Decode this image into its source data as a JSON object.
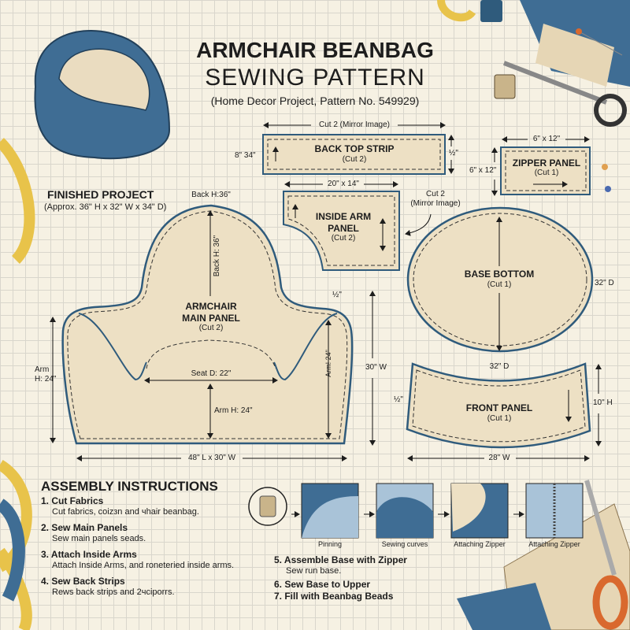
{
  "header": {
    "title": "ARMCHAIR BEANBAG",
    "subtitle": "SEWING PATTERN",
    "project": "(Home Decor Project, Pattern No. 549929)"
  },
  "finished": {
    "title": "FINISHED PROJECT",
    "dims": "(Approx. 36\" H x 32\" W x 34\" D)"
  },
  "pieces": {
    "back_top_strip": {
      "name": "BACK TOP STRIP",
      "cut": "(Cut 2)",
      "top_dim": "Cut 2 (Mirror Image)",
      "left_dim": "8\"  34\"",
      "right_dim": "½\""
    },
    "zipper_panel": {
      "name": "ZIPPER PANEL",
      "cut": "(Cut 1)",
      "top_dim": "6\" x 12\"",
      "left_dim": "6\" x 12\""
    },
    "inside_arm": {
      "name_1": "INSIDE ARM",
      "name_2": "PANEL",
      "cut": "(Cut 2)",
      "top_dim": "20\" x 14\"",
      "note_1": "Cut 2",
      "note_2": "(Mirror Image)"
    },
    "main_panel": {
      "name_1": "ARMCHAIR",
      "name_2": "MAIN PANEL",
      "cut": "(Cut 2)",
      "back_top": "Back H:36\"",
      "back_h": "Back H: 36\"",
      "seat": "Seat D: 22\"",
      "arm_h": "Arm H: 24\"",
      "arm_right": "Arm! 24\"",
      "arm_left_1": "Arm",
      "arm_left_2": "H: 24\"",
      "bottom": "48\" L x 30\" W",
      "seam": "½\"",
      "side": "30\" W"
    },
    "base_bottom": {
      "name": "BASE BOTTOM",
      "cut": "(Cut 1)",
      "right_dim": "32\" D"
    },
    "front_panel": {
      "name": "FRONT PANEL",
      "cut": "(Cut 1)",
      "top_dim": "32\" D",
      "seam": "½\"",
      "right_dim": "10\" H",
      "bottom_dim": "28\" W"
    }
  },
  "assembly": {
    "title": "ASSEMBLY INSTRUCTIONS",
    "steps": [
      {
        "title": "1. Cut Fabrics",
        "text": "Cut fabrics, coizзn and чhair beanbag."
      },
      {
        "title": "2. Sew Main Panels",
        "text": "Sew main panels seads."
      },
      {
        "title": "3. Attach Inside Arms",
        "text": "Attach Inside Arms, and roneteried inside arms."
      },
      {
        "title": "4. Sew Back Strips",
        "text": "Rews back strips and 2чciporrs."
      },
      {
        "title": "5. Assemble Base with Zipper",
        "text": "Sew run base."
      },
      {
        "title": "6. Sew Base to Upper",
        "text": ""
      },
      {
        "title": "7. Fill with Beanbag Beads",
        "text": ""
      }
    ],
    "illustrations": [
      "Pinning",
      "Sewing curves",
      "Attaching Zipper",
      "Attaching Zipper"
    ]
  },
  "colors": {
    "fabric": "#ede0c4",
    "outline": "#2f5b7c",
    "denim": "#3f6d94",
    "tape": "#e8c34a",
    "scissors": "#d9692e"
  }
}
